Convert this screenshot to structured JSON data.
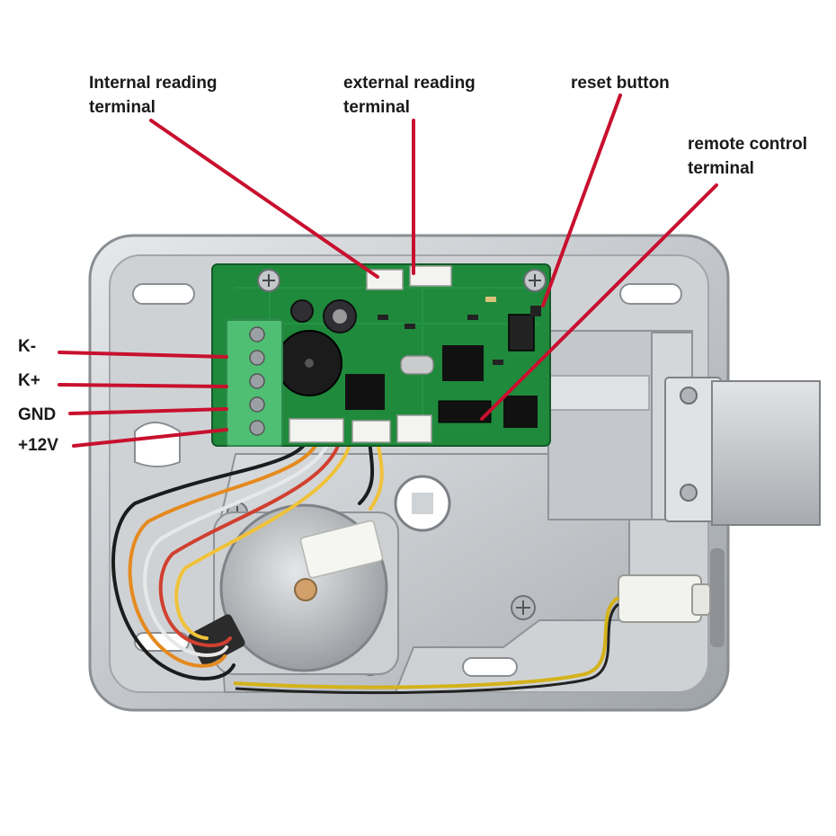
{
  "callouts": {
    "internal_reading": {
      "line1": "Internal reading",
      "line2": "terminal"
    },
    "external_reading": {
      "line1": "external reading",
      "line2": "terminal"
    },
    "reset_button": {
      "line1": "reset button"
    },
    "remote_control": {
      "line1": "remote control",
      "line2": "terminal"
    }
  },
  "terminals": {
    "k_minus": "K-",
    "k_plus": "K+",
    "gnd": "GND",
    "plus_12v": "+12V"
  },
  "colors": {
    "callout_line": "#c8102e",
    "pcb": "#1f8a3c",
    "terminal_block": "#4fbf73",
    "metal": "#c9ccd0",
    "label_text": "#1a1a1a"
  }
}
